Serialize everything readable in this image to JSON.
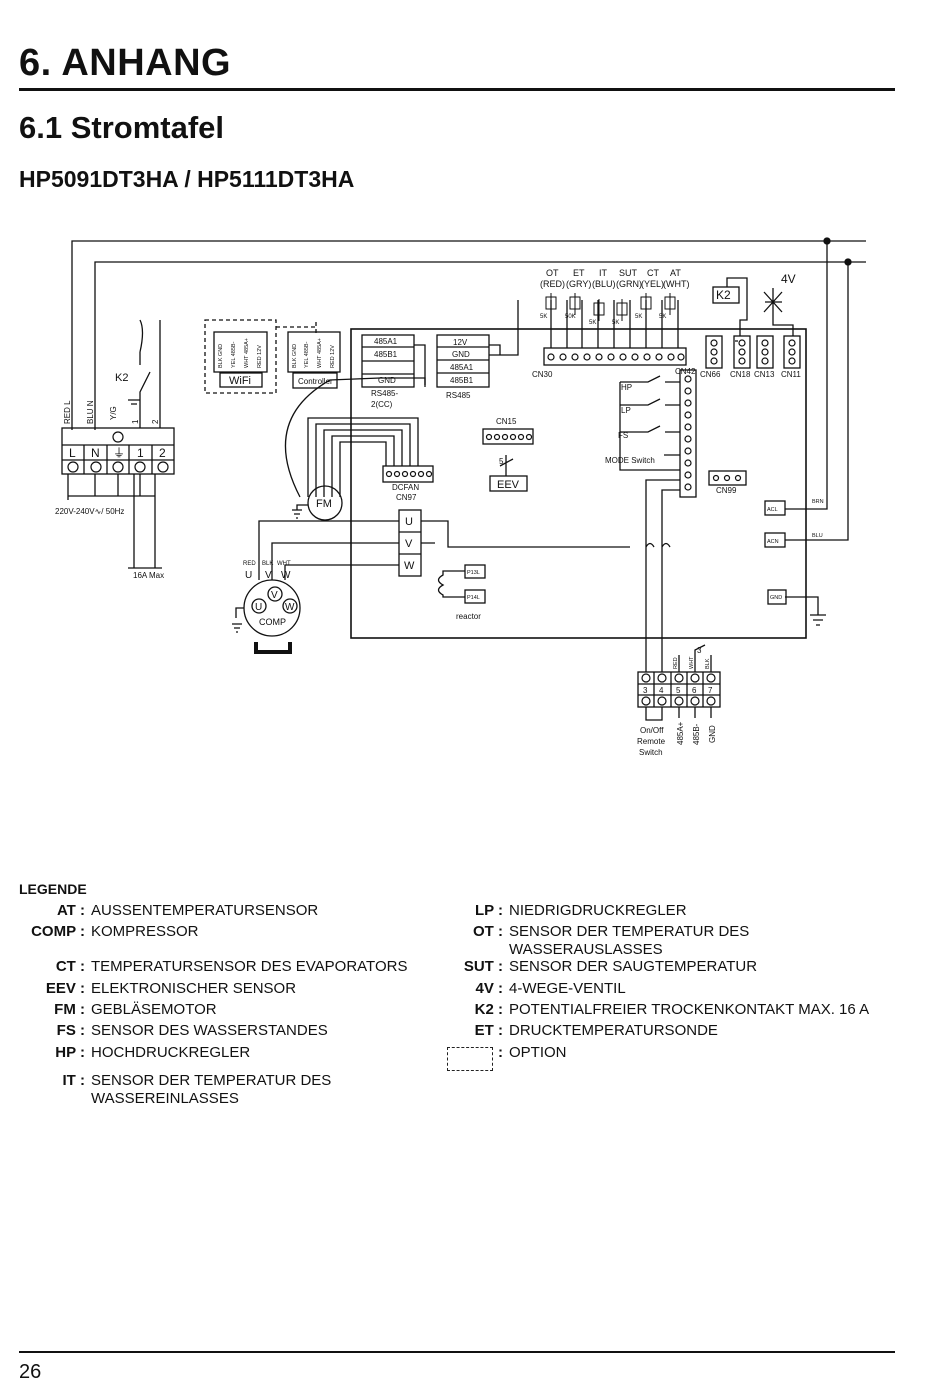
{
  "header": {
    "chapter": "6. ANHANG",
    "section": "6.1 Stromtafel",
    "models": "HP5091DT3HA / HP5111DT3HA"
  },
  "diagram": {
    "sensors": {
      "labels": [
        "OT",
        "ET",
        "IT",
        "SUT",
        "CT",
        "AT"
      ],
      "colors": [
        "(RED)",
        "(GRY)",
        "(BLU)",
        "(GRN)",
        "(YEL)",
        "(WHT)"
      ],
      "values": [
        "5K",
        "50K",
        "5K",
        "5K",
        "5K",
        "5K"
      ]
    },
    "k2": "K2",
    "four_way": "4V",
    "terminal_block": {
      "wire_labels": [
        "RED L",
        "BLU N",
        "Y/G",
        "1",
        "2"
      ],
      "terminals": [
        "L",
        "N",
        "⏚",
        "1",
        "2"
      ],
      "supply": "220V-240V∿/ 50Hz",
      "fuse": "16A Max"
    },
    "wifi": {
      "label": "WiFi",
      "pins": [
        "BLK GND",
        "YEL 485B-",
        "WHT 485A+",
        "RED 12V"
      ]
    },
    "controller": {
      "label": "Controller",
      "pins": [
        "BLK GND",
        "YEL 485B-",
        "WHT 485A+",
        "RED 12V"
      ]
    },
    "rs485_cc": {
      "pins": [
        "485A1",
        "485B1",
        "",
        "GND"
      ],
      "label": "RS485-",
      "label2": "2(CC)"
    },
    "rs485": {
      "pins": [
        "12V",
        "GND",
        "485A1",
        "485B1"
      ],
      "label": "RS485"
    },
    "connectors": {
      "cn30": "CN30",
      "cn42": "CN42",
      "cn66": "CN66",
      "cn18": "CN18",
      "cn13": "CN13",
      "cn11": "CN11",
      "cn15": "CN15",
      "cn99": "CN99",
      "dcfan": "DCFAN",
      "cn97": "CN97"
    },
    "switches": [
      "HP",
      "LP",
      "FS",
      "MODE Switch"
    ],
    "eev": "EEV",
    "eev_pin": "5",
    "fm": "FM",
    "uvw": [
      "U",
      "V",
      "W"
    ],
    "comp": {
      "label": "COMP",
      "wires": [
        "RED",
        "BLK",
        "WHT"
      ],
      "phases": [
        "U",
        "V",
        "W"
      ]
    },
    "reactor": {
      "label": "reactor",
      "p13": "P13L",
      "p14": "P14L"
    },
    "acl": "ACL",
    "acn": "ACN",
    "gnd": "GND",
    "brn": "BRN",
    "blu": "BLU",
    "bottom_block": {
      "wires": [
        "RED",
        "WHT",
        "BLK"
      ],
      "numbers": [
        "3",
        "4",
        "5",
        "6",
        "7"
      ],
      "mark": "3",
      "remote": [
        "On/Off",
        "Remote",
        "Switch"
      ],
      "bus": [
        "485A+",
        "485B-",
        "GND"
      ]
    }
  },
  "legend": {
    "title": "LEGENDE",
    "left": [
      {
        "abbr": "AT :",
        "desc": "AUSSENTEMPERATURSENSOR"
      },
      {
        "abbr": "COMP :",
        "desc": "KOMPRESSOR"
      },
      {
        "abbr": "CT :",
        "desc": "TEMPERATURSENSOR DES EVAPORATORS"
      },
      {
        "abbr": "EEV :",
        "desc": "ELEKTRONISCHER SENSOR"
      },
      {
        "abbr": "FM :",
        "desc": "GEBLÄSEMOTOR"
      },
      {
        "abbr": "FS :",
        "desc": "SENSOR DES WASSERSTANDES"
      },
      {
        "abbr": "HP :",
        "desc": "HOCHDRUCKREGLER"
      },
      {
        "abbr": "IT :",
        "desc": "SENSOR DER TEMPERATUR DES WASSEREINLASSES"
      }
    ],
    "right": [
      {
        "abbr": "LP :",
        "desc": "NIEDRIGDRUCKREGLER"
      },
      {
        "abbr": "OT :",
        "desc": "SENSOR DER TEMPERATUR DES WASSERAUSLASSES"
      },
      {
        "abbr": "SUT :",
        "desc": "SENSOR DER SAUGTEMPERATUR"
      },
      {
        "abbr": "4V :",
        "desc": "4-WEGE-VENTIL"
      },
      {
        "abbr": "K2 :",
        "desc": "POTENTIALFREIER TROCKENKONTAKT MAX. 16 A"
      },
      {
        "abbr": "ET :",
        "desc": "DRUCKTEMPERATURSONDE"
      },
      {
        "abbr": ":",
        "desc": "OPTION"
      }
    ]
  },
  "footer": {
    "page": "26"
  }
}
